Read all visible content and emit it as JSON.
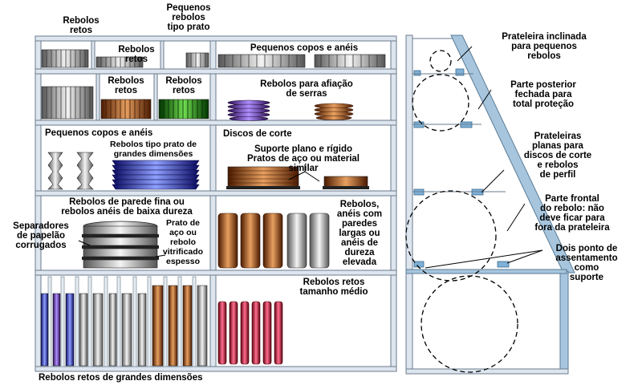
{
  "rack": {
    "top_labels": {
      "straight_wheels": "Rebolos\nretos",
      "small_dish_wheels": "Pequenos\nrebolos\ntipo prato"
    },
    "row1": {
      "left_inner_label": "Rebolos\nretos",
      "right_label": "Pequenos copos e anéis"
    },
    "row2": {
      "label_a": "Rebolos\nretos",
      "label_b": "Rebolos\nretos",
      "right_label": "Rebolos para afiação\nde serras"
    },
    "row3": {
      "left_label": "Pequenos copos e anéis",
      "left_sub_label": "Rebolos tipo prato de\ngrandes dimensões",
      "right_label": "Discos de corte",
      "right_sub_label": "Suporte plano e rígido\nPratos de aço ou material\nsimilar"
    },
    "row4": {
      "left_label": "Rebolos de parede fina ou\nrebolos anéis de baixa dureza",
      "separators_label": "Separadores\nde papelão\ncorrugados",
      "plate_label": "Prato de\naço ou\nrebolo\nvitrificado\nespesso",
      "right_label": "Rebolos,\nanéis com\nparedes\nlargas ou\nanéis de\ndureza\nelevada"
    },
    "row5": {
      "right_label": "Rebolos retos\ntamanho médio",
      "bottom_label": "Rebolos retos de grandes dimensões"
    }
  },
  "side_view": {
    "callouts": [
      "Prateleira inclinada\npara pequenos\nrebolos",
      "Parte posterior\nfechada para\ntotal proteção",
      "Prateleiras\nplanas para\ndiscos de corte\ne rebolos\nde perfil",
      "Parte frontal\ndo rebolo: não\ndeve ficar para\nfora da prateleira",
      "Dois ponto de\nassentamento\ncomo\nsuporte"
    ]
  },
  "colors": {
    "frame": "#cfd8e2",
    "shelf_blue": "#7fb0d6",
    "silver": "#c8c8c8",
    "copper": "#b5651d",
    "green": "#2e8b2e",
    "blue": "#3a4fd0",
    "purple": "#7a4fb0",
    "crimson": "#d01040"
  }
}
